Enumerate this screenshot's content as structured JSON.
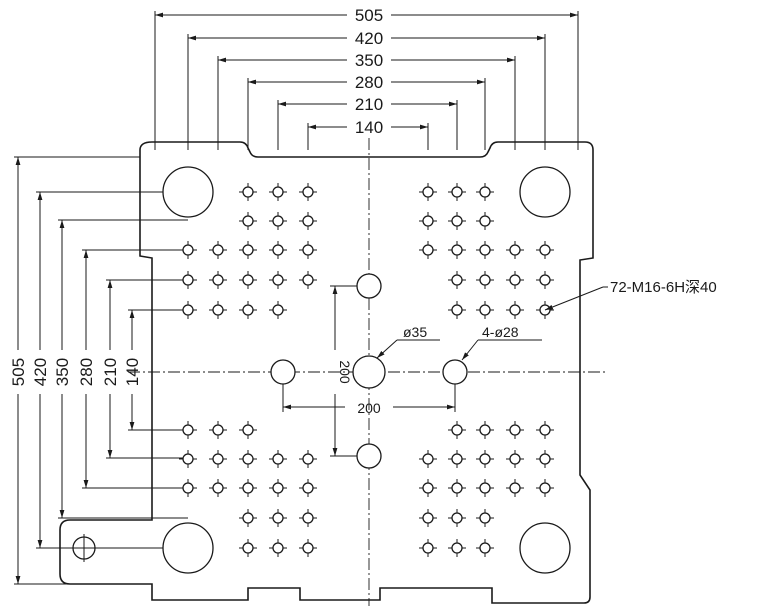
{
  "top_dimensions": [
    "505",
    "420",
    "350",
    "280",
    "210",
    "140"
  ],
  "left_dimensions": [
    "505",
    "420",
    "350",
    "280",
    "210",
    "140"
  ],
  "center_dimensions": {
    "horizontal": "200",
    "vertical": "200"
  },
  "callouts": {
    "tapped_holes": "72-M16-6H深40",
    "center_hole": "ø35",
    "side_holes": "4-ø28"
  }
}
